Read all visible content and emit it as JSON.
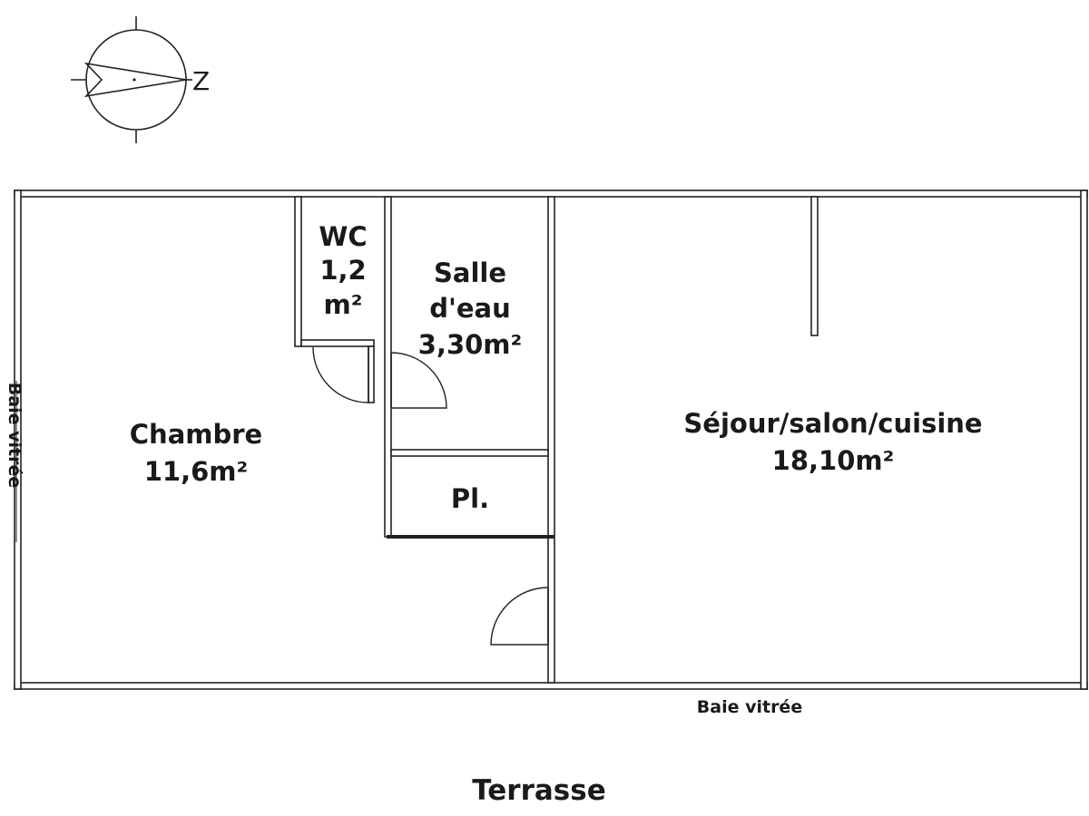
{
  "compass": {
    "north_letter": "Z",
    "icon": "compass-rose-icon"
  },
  "rooms": {
    "wc": {
      "line1": "WC",
      "line2": "1,2",
      "line3": "m²"
    },
    "salle_eau": {
      "line1": "Salle",
      "line2": "d'eau",
      "line3": "3,30m²"
    },
    "chambre": {
      "line1": "Chambre",
      "line2": "11,6m²"
    },
    "placard": {
      "label": "Pl."
    },
    "sejour": {
      "line1": "Séjour/salon/cuisine",
      "line2": "18,10m²"
    }
  },
  "openings": {
    "left_window": "Baie vitrée",
    "bottom_window": "Baie vitrée"
  },
  "outside": {
    "terrace": "Terrasse"
  },
  "colors": {
    "wall_stroke": "#222222",
    "background": "#ffffff"
  }
}
